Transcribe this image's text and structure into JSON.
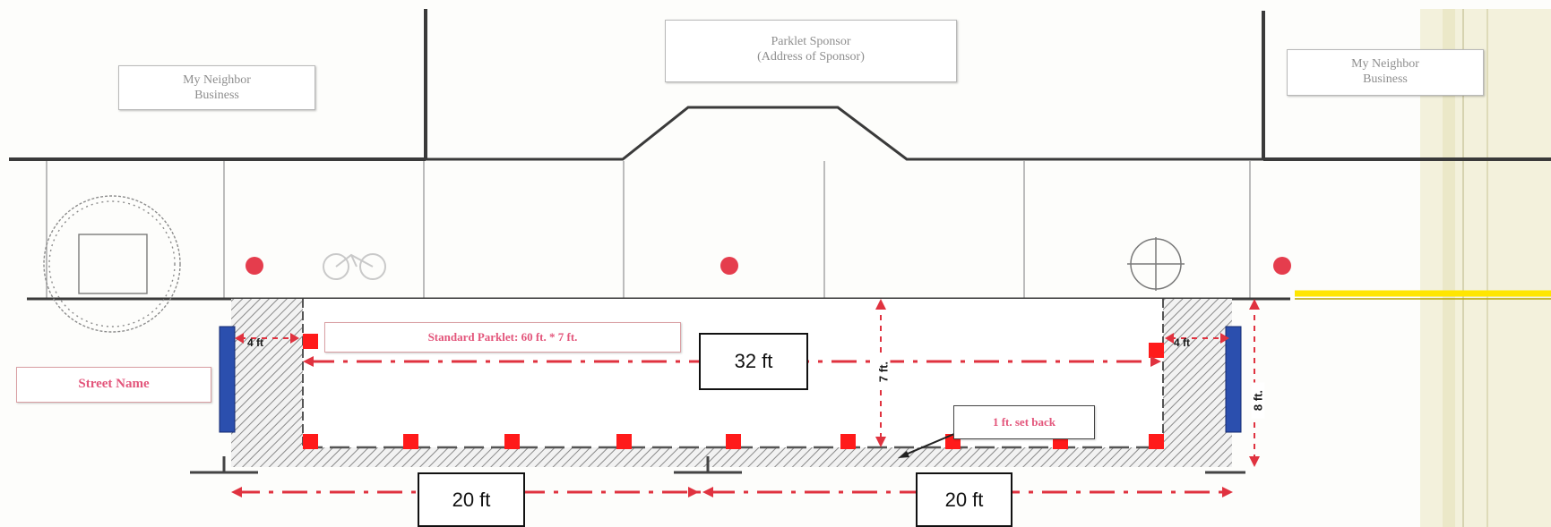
{
  "labels": {
    "neighbor_left": "My Neighbor\nBusiness",
    "sponsor": "Parklet Sponsor\n(Address of Sponsor)",
    "neighbor_right": "My Neighbor\nBusiness",
    "street_name": "Street Name",
    "standard_parklet": "Standard Parklet: 60 ft. * 7 ft.",
    "set_back": "1 ft. set back"
  },
  "measurements": {
    "length_32": "32 ft",
    "left_20": "20 ft",
    "right_20": "20 ft",
    "buffer_left": "4 ft",
    "buffer_right": "4 ft",
    "depth_7": "7 ft.",
    "depth_8": "8 ft."
  },
  "colors": {
    "dimension_red": "#e0323f",
    "bollard_red": "#ff1a1a",
    "wheel_stop_blue": "#2b4fae",
    "curb_yellow": "#ffe600",
    "building_line": "#3a3a3a"
  },
  "icons": [
    "tree-icon",
    "bike-rack-icon",
    "fire-hydrant-icon",
    "utility-cover-icon"
  ]
}
